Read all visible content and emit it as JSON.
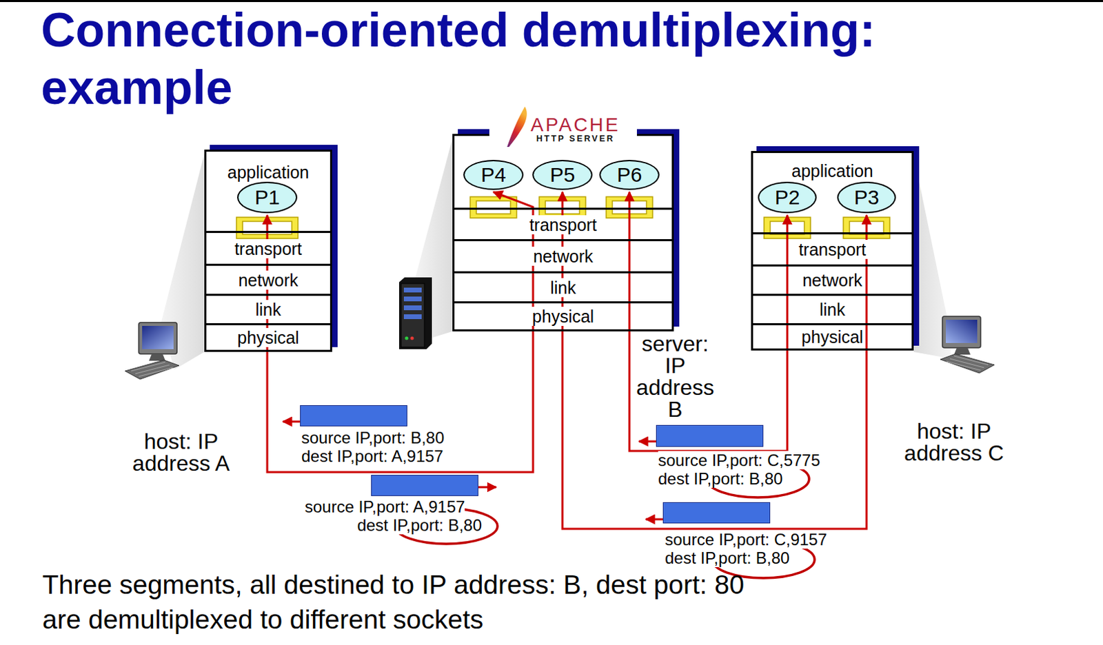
{
  "diagram": {
    "title": "Connection-oriented demultiplexing: example",
    "caption": "Three segments, all destined to IP address: B, dest port: 80 are demultiplexed to different sockets",
    "nodes": [
      {
        "text": [
          "application"
        ]
      },
      {
        "text": [
          "P1"
        ],
        "in": 0
      },
      {
        "text": [
          "transport"
        ],
        "in": 0
      },
      {
        "text": [
          "network"
        ],
        "in": 0
      },
      {
        "text": [
          "link"
        ],
        "in": 0
      },
      {
        "text": [
          "physical"
        ],
        "in": 0
      },
      {
        "text": [
          "APACHE",
          "HTTP SERVER"
        ]
      },
      {
        "text": [
          "P4"
        ],
        "in": 6
      },
      {
        "text": [
          "P5"
        ],
        "in": 6
      },
      {
        "text": [
          "P6"
        ],
        "in": 6
      },
      {
        "text": [
          "transport"
        ],
        "in": 6
      },
      {
        "text": [
          "network"
        ],
        "in": 6
      },
      {
        "text": [
          "link"
        ],
        "in": 6
      },
      {
        "text": [
          "physical"
        ],
        "in": 6
      },
      {
        "text": [
          "application"
        ]
      },
      {
        "text": [
          "P2"
        ],
        "in": 14
      },
      {
        "text": [
          "P3"
        ],
        "in": 14
      },
      {
        "text": [
          "transport"
        ],
        "in": 14
      },
      {
        "text": [
          "network"
        ],
        "in": 14
      },
      {
        "text": [
          "link"
        ],
        "in": 14
      },
      {
        "text": [
          "physical"
        ],
        "in": 14
      },
      {
        "text": [
          "source IP,port: B,80",
          "dest IP,port: A,9157"
        ]
      },
      {
        "text": [
          "source IP,port: A,9157",
          "dest IP,port: B,80"
        ]
      },
      {
        "text": [
          "source IP,port: C,5775",
          "dest IP,port: B,80"
        ]
      },
      {
        "text": [
          "source IP,port: C,9157",
          "dest IP,port: B,80"
        ]
      }
    ],
    "edges": [
      {
        "from": 1,
        "to": 7,
        "arrow": "both"
      },
      {
        "from": 15,
        "to": 9,
        "arrow": "both"
      },
      {
        "from": 16,
        "to": 8,
        "arrow": "both"
      }
    ],
    "labels": [
      "host: IP address A",
      "server: IP address B",
      "host: IP address C"
    ]
  }
}
